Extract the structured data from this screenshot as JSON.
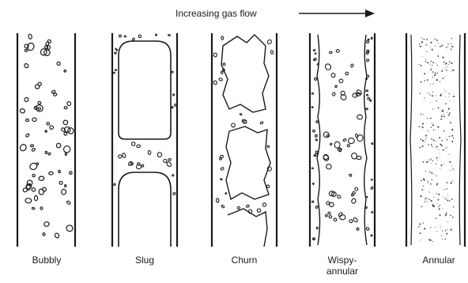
{
  "header": {
    "title": "Increasing gas flow"
  },
  "regimes": [
    {
      "id": "bubbly",
      "label": "Bubbly"
    },
    {
      "id": "slug",
      "label": "Slug"
    },
    {
      "id": "churn",
      "label": "Churn"
    },
    {
      "id": "wispy-annular",
      "label": "Wispy-\nannular"
    },
    {
      "id": "annular",
      "label": "Annular"
    }
  ],
  "colors": {
    "ink": "#1a1a1a",
    "background": "#ffffff"
  }
}
